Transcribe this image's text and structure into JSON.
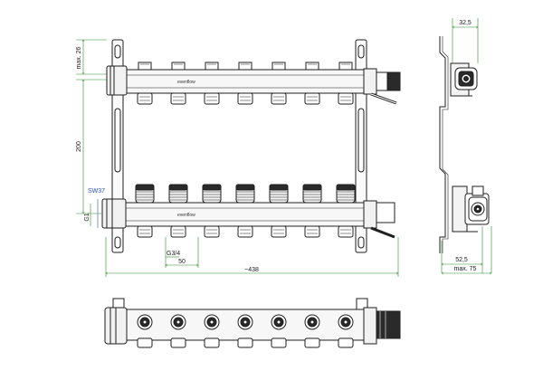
{
  "dimensions": {
    "max_top": "max. 26",
    "height_200": "200",
    "sw": "SW37",
    "g1": "G1",
    "g34": "G3/4",
    "spacing_50": "50",
    "total_width": "~438",
    "side_top_width": "32,5",
    "side_bottom_width": "52,5",
    "side_max": "max. 75"
  },
  "brand": {
    "logo_text_top": "evenflow",
    "logo_text_bottom": "evenflow"
  },
  "outlets": {
    "count": 7
  },
  "colors": {
    "line": "#1f1f1f",
    "dim_green": "#2e8b2e",
    "dim_blue": "#2b4fbf",
    "body_fill": "#f4f4f4",
    "dark_fill": "#2a2a2a"
  }
}
